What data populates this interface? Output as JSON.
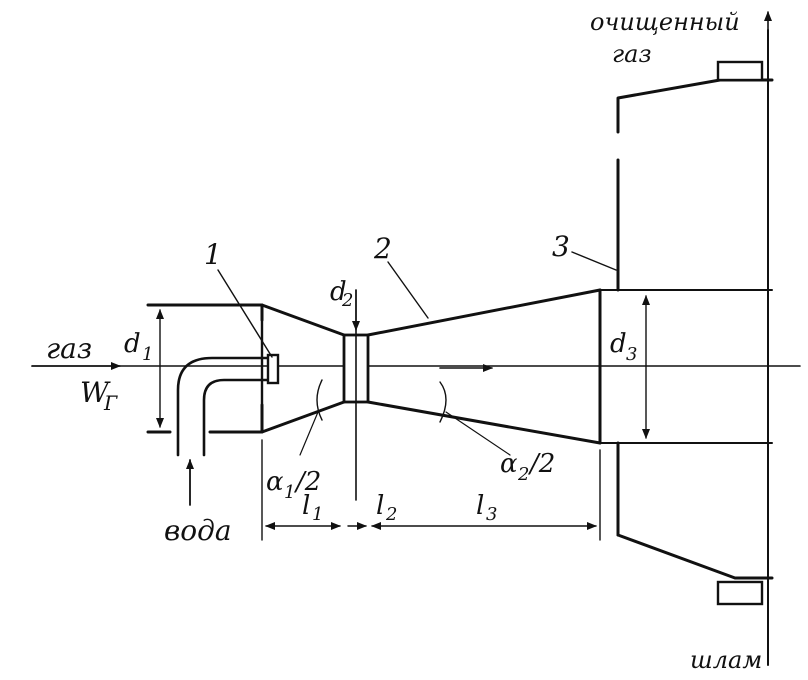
{
  "labels": {
    "clean_gas": "очищенный",
    "clean_gas_2": "газ",
    "gas": "газ",
    "velocity_w": "W",
    "velocity_sub": "Г",
    "water": "вода",
    "sludge": "шлам",
    "part_1": "1",
    "part_2": "2",
    "part_3": "3",
    "d1": "d",
    "d1_sub": "1",
    "d2": "d",
    "d2_sub": "2",
    "d3": "d",
    "d3_sub": "3",
    "alpha1": "α",
    "alpha1_sub": "1",
    "alpha1_tail": "/2",
    "alpha2": "α",
    "alpha2_sub": "2",
    "alpha2_tail": "/2",
    "l1": "l",
    "l1_sub": "1",
    "l2": "l",
    "l2_sub": "2",
    "l3": "l",
    "l3_sub": "3"
  }
}
